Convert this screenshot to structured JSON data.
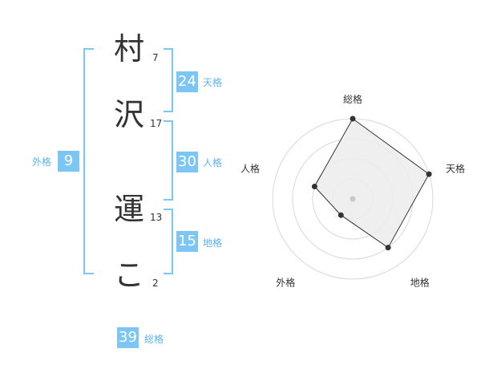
{
  "name": {
    "chars": [
      {
        "char": "村",
        "strokes": "7"
      },
      {
        "char": "沢",
        "strokes": "17"
      },
      {
        "char": "運",
        "strokes": "13"
      },
      {
        "char": "こ",
        "strokes": "2"
      }
    ]
  },
  "kaku": {
    "tenkaku": {
      "value": "24",
      "label": "天格"
    },
    "jinkaku": {
      "value": "30",
      "label": "人格"
    },
    "chikaku": {
      "value": "15",
      "label": "地格"
    },
    "gaikaku": {
      "value": "9",
      "label": "外格"
    },
    "soukaku": {
      "value": "39",
      "label": "総格"
    }
  },
  "chart_data": {
    "type": "radar",
    "axes": [
      "総格",
      "天格",
      "地格",
      "外格",
      "人格"
    ],
    "values": [
      4,
      4,
      3,
      1,
      2
    ],
    "max": 4,
    "rings": 4,
    "colors": {
      "fill": "#ececec",
      "stroke": "#333333",
      "grid": "#d8d8d8",
      "center": "#c8c8c8"
    }
  }
}
